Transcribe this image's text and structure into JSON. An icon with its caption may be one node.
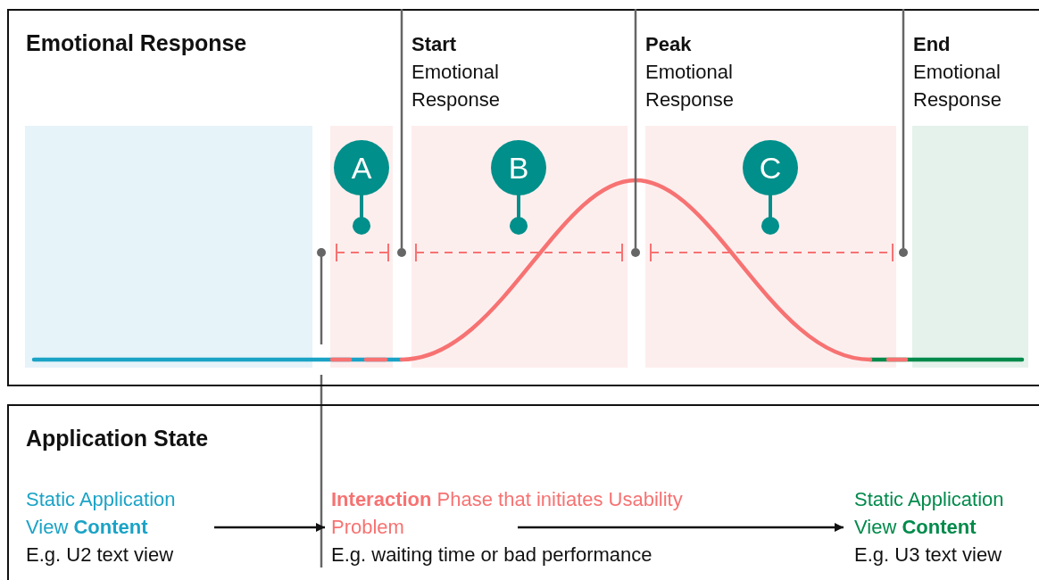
{
  "diagram": {
    "nodes": [
      {
        "text": [
          "Emotional Response"
        ]
      },
      {
        "text": [
          "Start",
          "Emotional Response"
        ],
        "in": 0
      },
      {
        "text": [
          "Peak",
          "Emotional Response"
        ],
        "in": 0
      },
      {
        "text": [
          "End",
          "Emotional Response"
        ],
        "in": 0
      },
      {
        "text": [
          "A"
        ],
        "in": 0
      },
      {
        "text": [
          "B"
        ],
        "in": 0
      },
      {
        "text": [
          "C"
        ],
        "in": 0
      },
      {
        "text": [
          "Application State"
        ]
      },
      {
        "text": [
          "Static Application View **Content**",
          "E.g. U2 text view"
        ],
        "in": 7
      },
      {
        "text": [
          "**Interaction** Phase that initiates Usability Problem",
          "E.g. waiting time or bad performance"
        ],
        "in": 7
      },
      {
        "text": [
          "Static Application View **Content**",
          "E.g. U3 text view"
        ],
        "in": 7
      },
      {
        "text": [],
        "shape": "circle",
        "in": 0
      },
      {
        "text": [],
        "shape": "circle",
        "in": 0
      },
      {
        "text": [],
        "shape": "circle",
        "in": 0
      }
    ],
    "edges": [
      {
        "from": 1,
        "to": 11,
        "arrow": "none"
      },
      {
        "from": 2,
        "to": 12,
        "arrow": "none"
      },
      {
        "from": 3,
        "to": 13,
        "arrow": "none"
      },
      {
        "from": 8,
        "to": 9,
        "arrow": "to"
      },
      {
        "from": 9,
        "to": 10,
        "arrow": "to"
      }
    ]
  }
}
